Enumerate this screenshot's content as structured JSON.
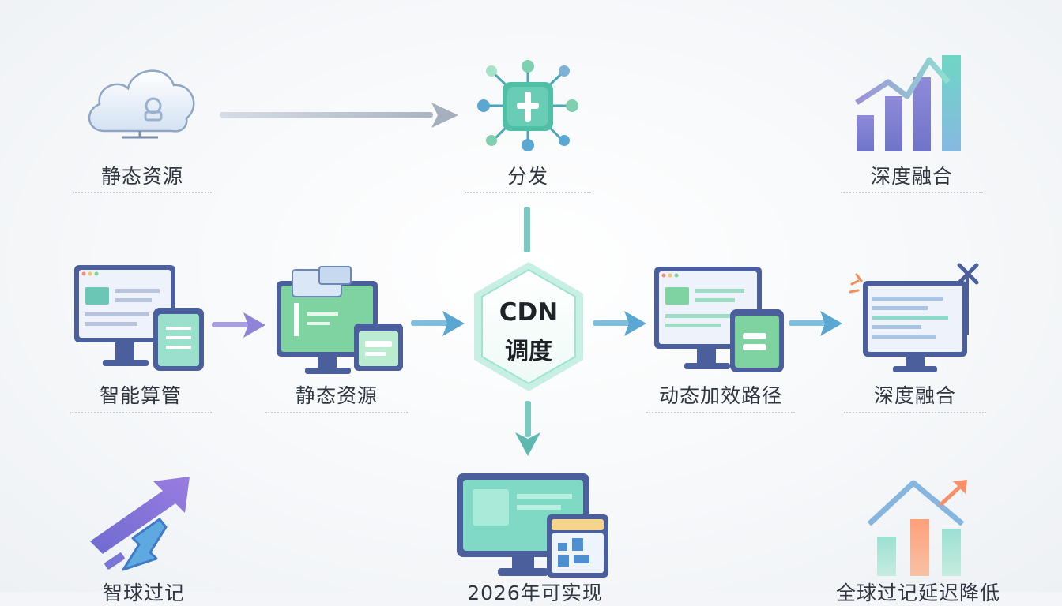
{
  "hub": {
    "line1": "CDN",
    "line2": "调度"
  },
  "top_row": [
    {
      "label": "静态资源",
      "icon": "cloud-icon"
    },
    {
      "label": "分发",
      "icon": "distribution-network-icon"
    },
    {
      "label": "深度融合",
      "icon": "bar-chart-growth-icon"
    }
  ],
  "middle_row": [
    {
      "label": "智能算管",
      "icon": "monitor-window-icon"
    },
    {
      "label": "静态资源",
      "icon": "monitor-window-icon"
    },
    {
      "label": "动态加效路径",
      "icon": "monitor-window-icon"
    },
    {
      "label": "深度融合",
      "icon": "monitor-dashboard-icon"
    }
  ],
  "bottom_row": [
    {
      "label": "智球过记",
      "icon": "growth-arrow-icon"
    },
    {
      "label": "2026年可实现",
      "icon": "monitor-dashboard-icon"
    },
    {
      "label": "全球过记延迟降低",
      "icon": "house-growth-chart-icon"
    }
  ],
  "colors": {
    "teal": "#5cc3c0",
    "blue_arrow": "#6ab0d6",
    "purple": "#8d86d6",
    "green": "#7fd39b",
    "hub_border": "#8ddfcf",
    "navy": "#3b4f8a"
  }
}
